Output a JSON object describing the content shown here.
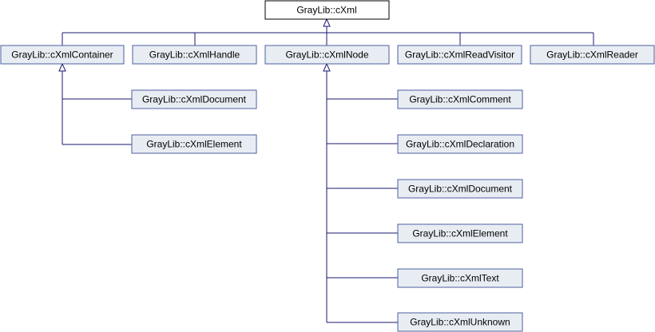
{
  "diagram": {
    "root": {
      "id": "root",
      "label": "GrayLib::cXml"
    },
    "nodes": [
      {
        "id": "container",
        "label": "GrayLib::cXmlContainer"
      },
      {
        "id": "handle",
        "label": "GrayLib::cXmlHandle"
      },
      {
        "id": "node",
        "label": "GrayLib::cXmlNode"
      },
      {
        "id": "readvisitor",
        "label": "GrayLib::cXmlReadVisitor"
      },
      {
        "id": "reader",
        "label": "GrayLib::cXmlReader"
      },
      {
        "id": "c-document",
        "label": "GrayLib::cXmlDocument"
      },
      {
        "id": "c-element",
        "label": "GrayLib::cXmlElement"
      },
      {
        "id": "n-comment",
        "label": "GrayLib::cXmlComment"
      },
      {
        "id": "n-declaration",
        "label": "GrayLib::cXmlDeclaration"
      },
      {
        "id": "n-document",
        "label": "GrayLib::cXmlDocument"
      },
      {
        "id": "n-element",
        "label": "GrayLib::cXmlElement"
      },
      {
        "id": "n-text",
        "label": "GrayLib::cXmlText"
      },
      {
        "id": "n-unknown",
        "label": "GrayLib::cXmlUnknown"
      }
    ],
    "inheritance": [
      {
        "child": "container",
        "parent": "root"
      },
      {
        "child": "handle",
        "parent": "root"
      },
      {
        "child": "node",
        "parent": "root"
      },
      {
        "child": "readvisitor",
        "parent": "root"
      },
      {
        "child": "reader",
        "parent": "root"
      },
      {
        "child": "c-document",
        "parent": "container"
      },
      {
        "child": "c-element",
        "parent": "container"
      },
      {
        "child": "n-comment",
        "parent": "node"
      },
      {
        "child": "n-declaration",
        "parent": "node"
      },
      {
        "child": "n-document",
        "parent": "node"
      },
      {
        "child": "n-element",
        "parent": "node"
      },
      {
        "child": "n-text",
        "parent": "node"
      },
      {
        "child": "n-unknown",
        "parent": "node"
      }
    ],
    "colors": {
      "box_fill": "#e8edf3",
      "box_stroke": "#4d5fa0",
      "root_fill": "#ffffff",
      "root_stroke": "#000000",
      "edge": "#191970"
    }
  }
}
